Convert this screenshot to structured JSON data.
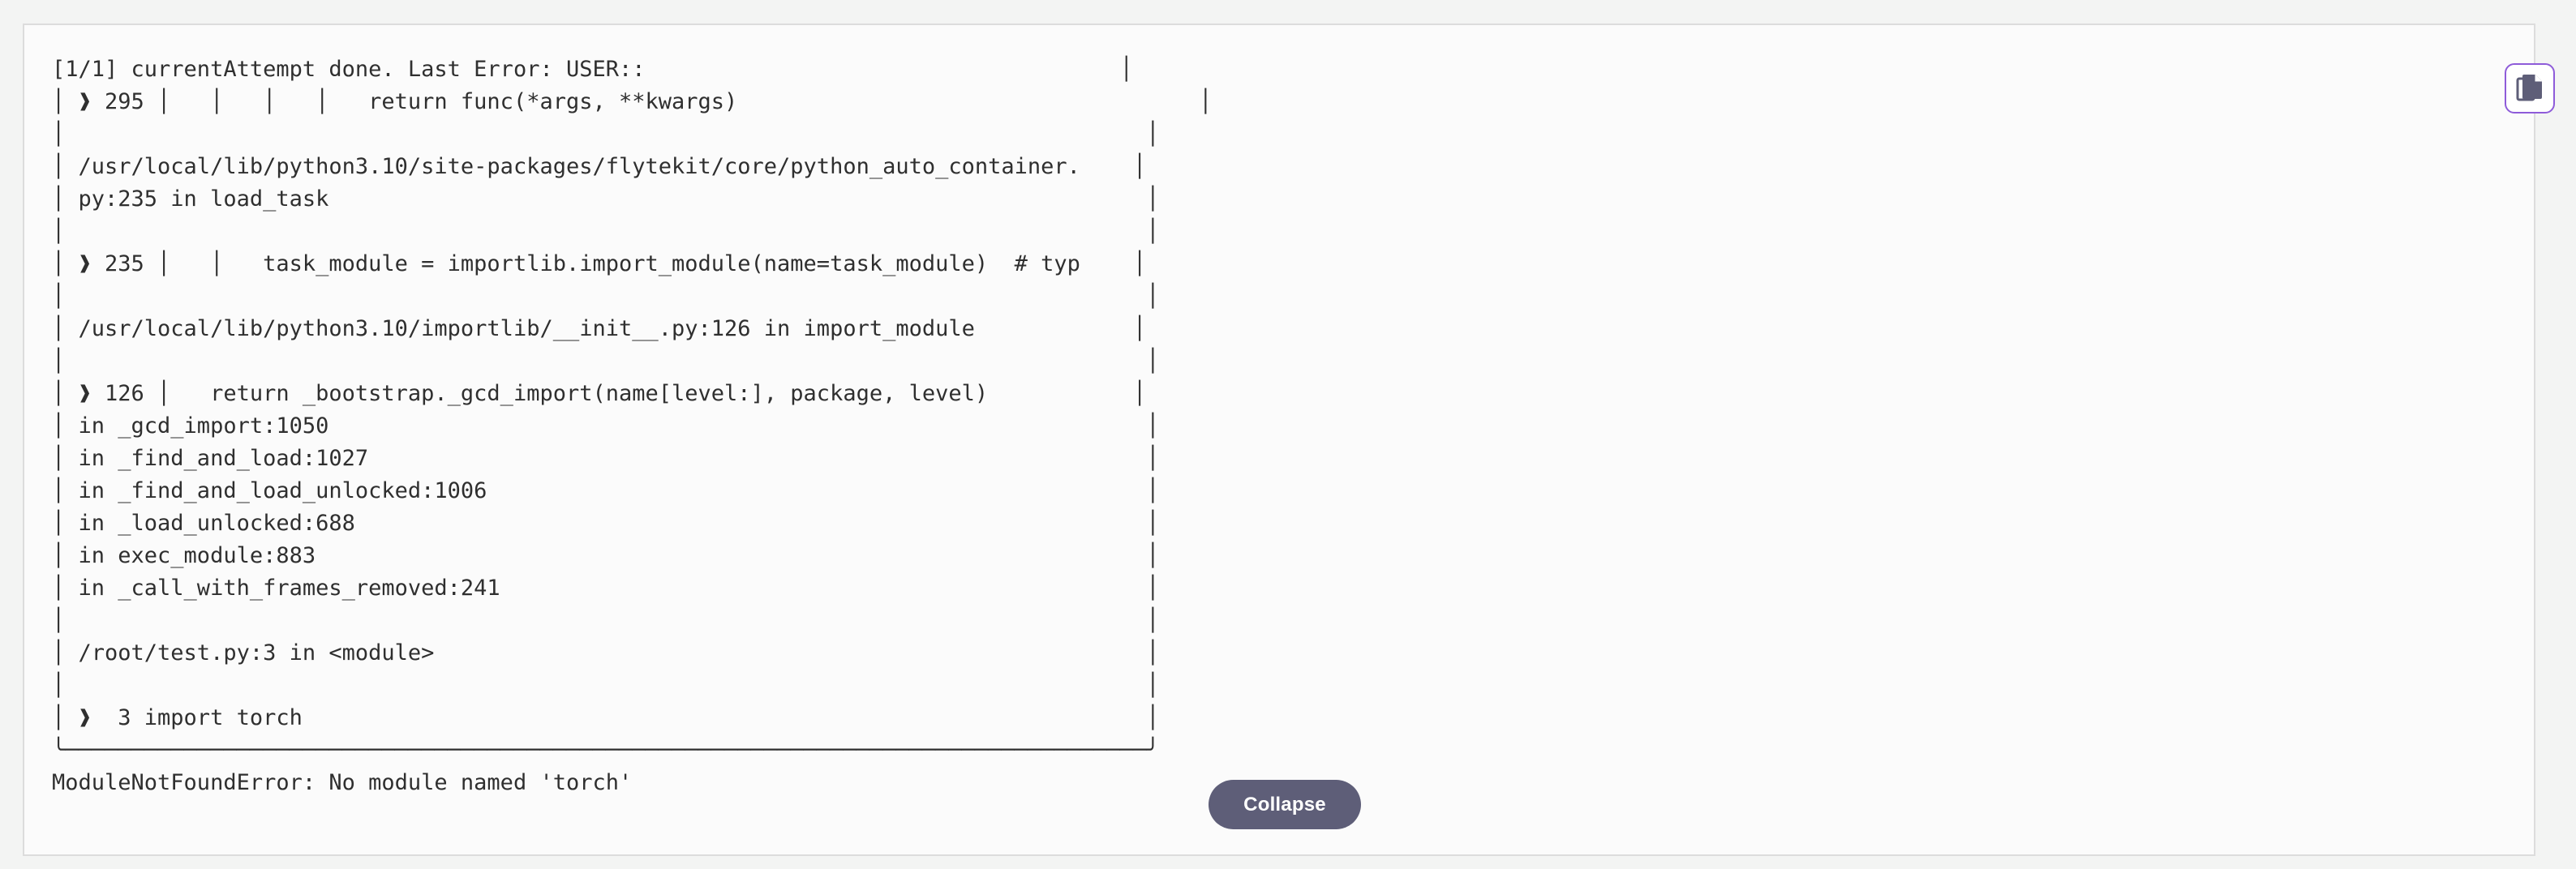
{
  "error_log": {
    "lines": [
      "[1/1] currentAttempt done. Last Error: USER::                                    │",
      "│ ❱ 295 │   │   │   │   return func(*args, **kwargs)                                   │",
      "│                                                                                  │",
      "│ /usr/local/lib/python3.10/site-packages/flytekit/core/python_auto_container.    │",
      "│ py:235 in load_task                                                              │",
      "│                                                                                  │",
      "│ ❱ 235 │   │   task_module = importlib.import_module(name=task_module)  # typ    │",
      "│                                                                                  │",
      "│ /usr/local/lib/python3.10/importlib/__init__.py:126 in import_module            │",
      "│                                                                                  │",
      "│ ❱ 126 │   return _bootstrap._gcd_import(name[level:], package, level)           │",
      "│ in _gcd_import:1050                                                              │",
      "│ in _find_and_load:1027                                                           │",
      "│ in _find_and_load_unlocked:1006                                                  │",
      "│ in _load_unlocked:688                                                            │",
      "│ in exec_module:883                                                               │",
      "│ in _call_with_frames_removed:241                                                 │",
      "│                                                                                  │",
      "│ /root/test.py:3 in <module>                                                      │",
      "│                                                                                  │",
      "│ ❱  3 import torch                                                                │",
      "╰──────────────────────────────────────────────────────────────────────────────────╯",
      "ModuleNotFoundError: No module named 'torch'"
    ]
  },
  "actions": {
    "collapse_label": "Collapse",
    "copy_icon": "copy-icon"
  },
  "colors": {
    "copy_border": "#8e5bd9",
    "collapse_bg": "#5e5e78"
  }
}
